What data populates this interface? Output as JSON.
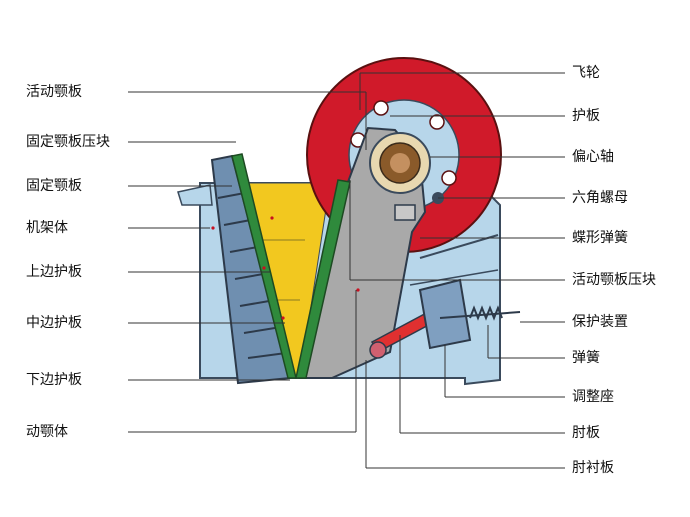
{
  "diagram": {
    "left_labels": [
      "活动颚板",
      "固定颚板压块",
      "固定颚板",
      "机架体",
      "上边护板",
      "中边护板",
      "下边护板",
      "动颚体"
    ],
    "right_labels": [
      "飞轮",
      "护板",
      "偏心轴",
      "六角螺母",
      "蝶形弹簧",
      "活动颚板压块",
      "保护装置",
      "弹簧",
      "调整座",
      "肘板",
      "肘衬板"
    ]
  },
  "colors": {
    "frame": "#b7d6ea",
    "outline": "#3a4a5c",
    "flywheel": "#d01a2a",
    "jaw_plate": "#2f8a3c",
    "fixed_jaw": "#6f8fb0",
    "feed_zone": "#f2c81f",
    "swing_jaw": "#a9a9a9",
    "toggle_rod": "#e03030"
  }
}
